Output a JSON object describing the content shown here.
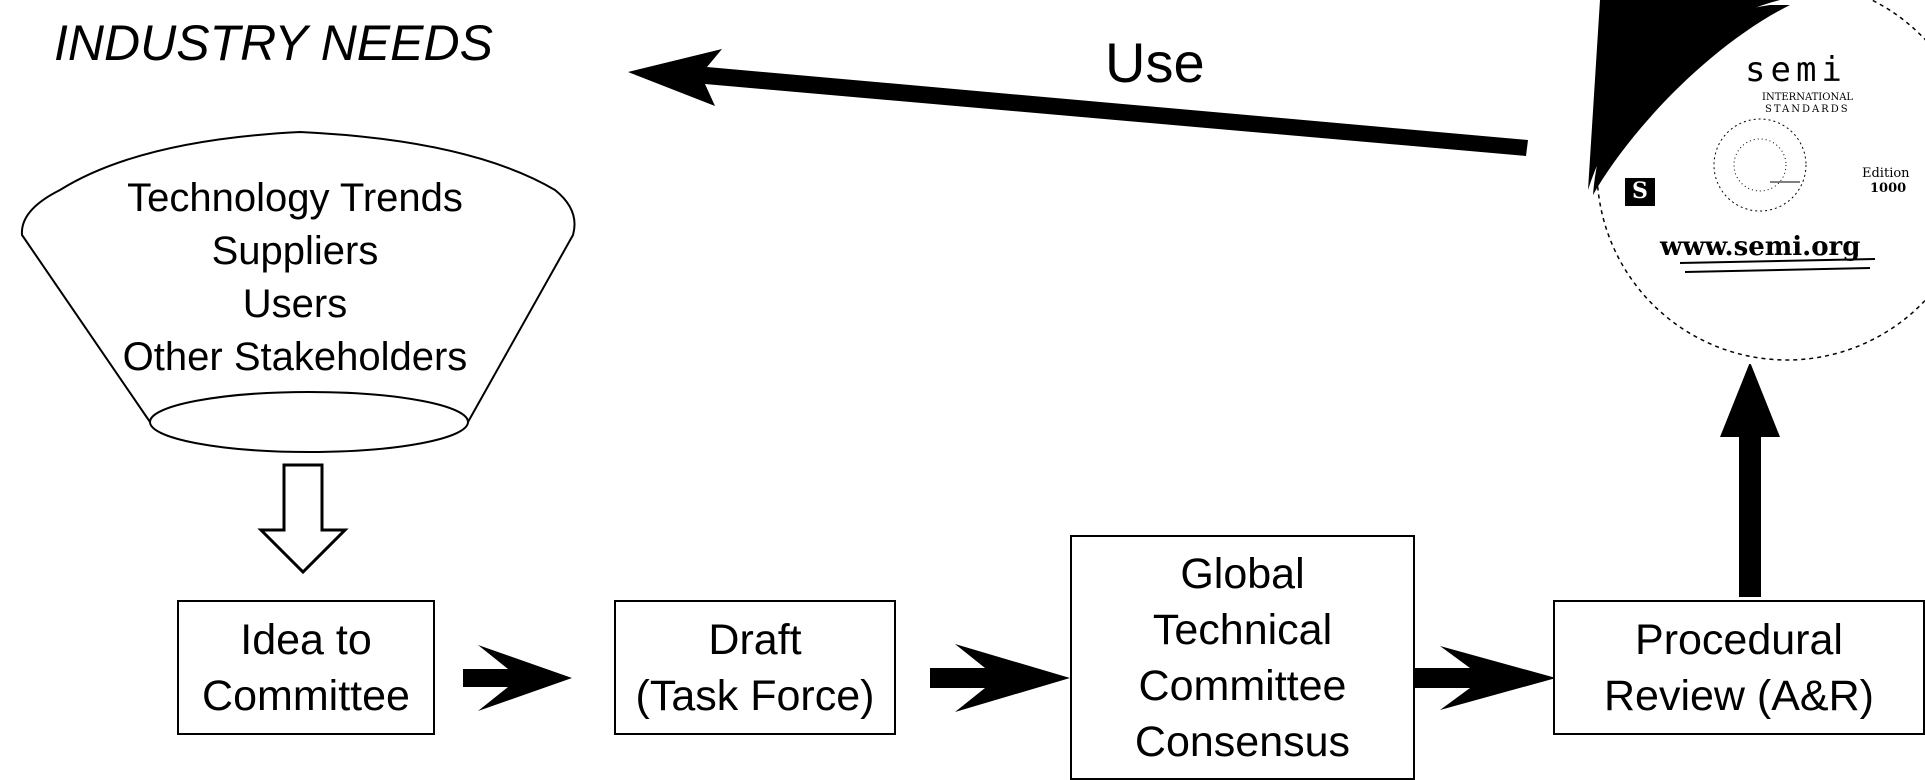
{
  "title": "INDUSTRY NEEDS",
  "use_label": "Use",
  "funnel": {
    "items": [
      "Technology Trends",
      "Suppliers",
      "Users",
      "Other Stakeholders"
    ]
  },
  "boxes": {
    "idea": [
      "Idea to",
      "Committee"
    ],
    "draft": [
      "Draft",
      "(Task Force)"
    ],
    "consensus": [
      "Global",
      "Technical",
      "Committee",
      "Consensus"
    ],
    "review": [
      "Procedural",
      "Review (A&R)"
    ]
  },
  "cd": {
    "brand": "semi",
    "line1": "INTERNATIONAL",
    "line2": "STANDARDS",
    "edition_label": "Edition",
    "edition_year": "1000",
    "url": "www.semi.org",
    "logo_letter": "S"
  }
}
